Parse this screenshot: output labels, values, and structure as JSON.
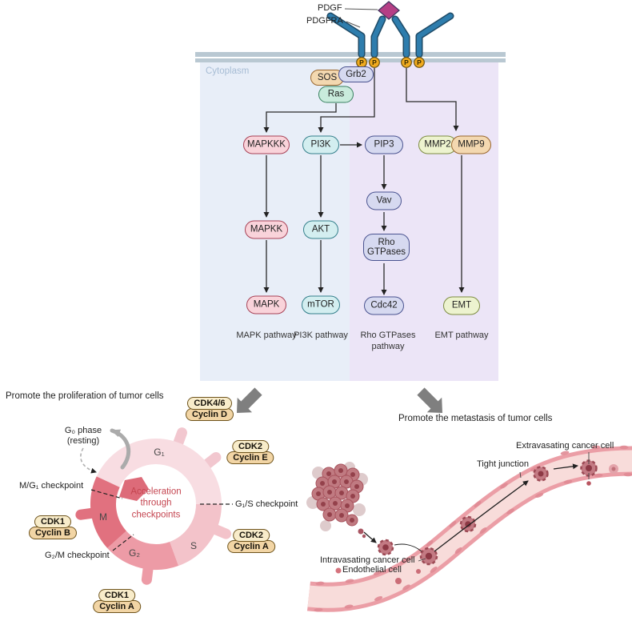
{
  "colors": {
    "membrane": "#b9c8d2",
    "cytoplasm_panel_left": "#e8eef8",
    "cytoplasm_panel_right": "#ece5f7",
    "receptor_blue": "#2e7dad",
    "ligand_magenta": "#b53f85",
    "phospho_orange": "#f1ab1f",
    "mapk_pink": "#f9d3da",
    "pi3k_cyan": "#d3eef0",
    "rho_lavender": "#d6d9f0",
    "emt_green": "#edf3cf",
    "mmp9_tan": "#f3d8b0",
    "cycle_g1": "#f8dde2",
    "cycle_s": "#f3c3ca",
    "cycle_g2": "#ed9ba6",
    "cycle_m": "#e1717f",
    "cycle_center_text": "#c4444f",
    "cdk_fill": "#f8ecca",
    "cyclin_fill": "#f2d5a5",
    "vessel_wall": "#eb9ea6",
    "vessel_lumen": "#f8dcda",
    "cancer_cell": "#c37a83",
    "big_arrow_gray": "#7f7f7f"
  },
  "receptor": {
    "ligand": "PDGF",
    "name": "PDGFRA",
    "phospho": "P"
  },
  "cell": {
    "cytoplasm": "Cytoplasm"
  },
  "signaling": {
    "adaptors": {
      "grb2": "Grb2",
      "sos": "SOS",
      "ras": "Ras"
    },
    "nodes": {
      "mapkkk": "MAPKKK",
      "mapkk": "MAPKK",
      "mapk": "MAPK",
      "pi3k": "PI3K",
      "akt": "AKT",
      "mtor": "mTOR",
      "pip3": "PIP3",
      "vav": "Vav",
      "rho": "Rho GTPases",
      "cdc42": "Cdc42",
      "mmp2": "MMP2",
      "mmp9": "MMP9",
      "emt": "EMT"
    },
    "pathways": {
      "mapk": "MAPK pathway",
      "pi3k": "PI3K pathway",
      "rho": "Rho GTPases pathway",
      "emt": "EMT pathway"
    }
  },
  "proliferation": {
    "title": "Promote the proliferation of tumor cells",
    "g0": "G₀ phase",
    "g0_sub": "(resting)",
    "phases": {
      "g1": "G₁",
      "s": "S",
      "g2": "G₂",
      "m": "M"
    },
    "center": "Acceleration through checkpoints",
    "checkpoints": {
      "mg1": "M/G₁ checkpoint",
      "g1s": "G₁/S checkpoint",
      "g2m": "G₂/M checkpoint"
    },
    "complexes": [
      {
        "cdk": "CDK4/6",
        "cyclin": "Cyclin D"
      },
      {
        "cdk": "CDK2",
        "cyclin": "Cyclin E"
      },
      {
        "cdk": "CDK2",
        "cyclin": "Cyclin A"
      },
      {
        "cdk": "CDK1",
        "cyclin": "Cyclin A"
      },
      {
        "cdk": "CDK1",
        "cyclin": "Cyclin B"
      }
    ]
  },
  "metastasis": {
    "title": "Promote the metastasis of tumor cells",
    "extravasating": "Extravasating cancer cell",
    "tight_junction": "Tight junction",
    "intravasating": "Intravasating cancer cell",
    "endothelial": "Endothelial cell"
  }
}
